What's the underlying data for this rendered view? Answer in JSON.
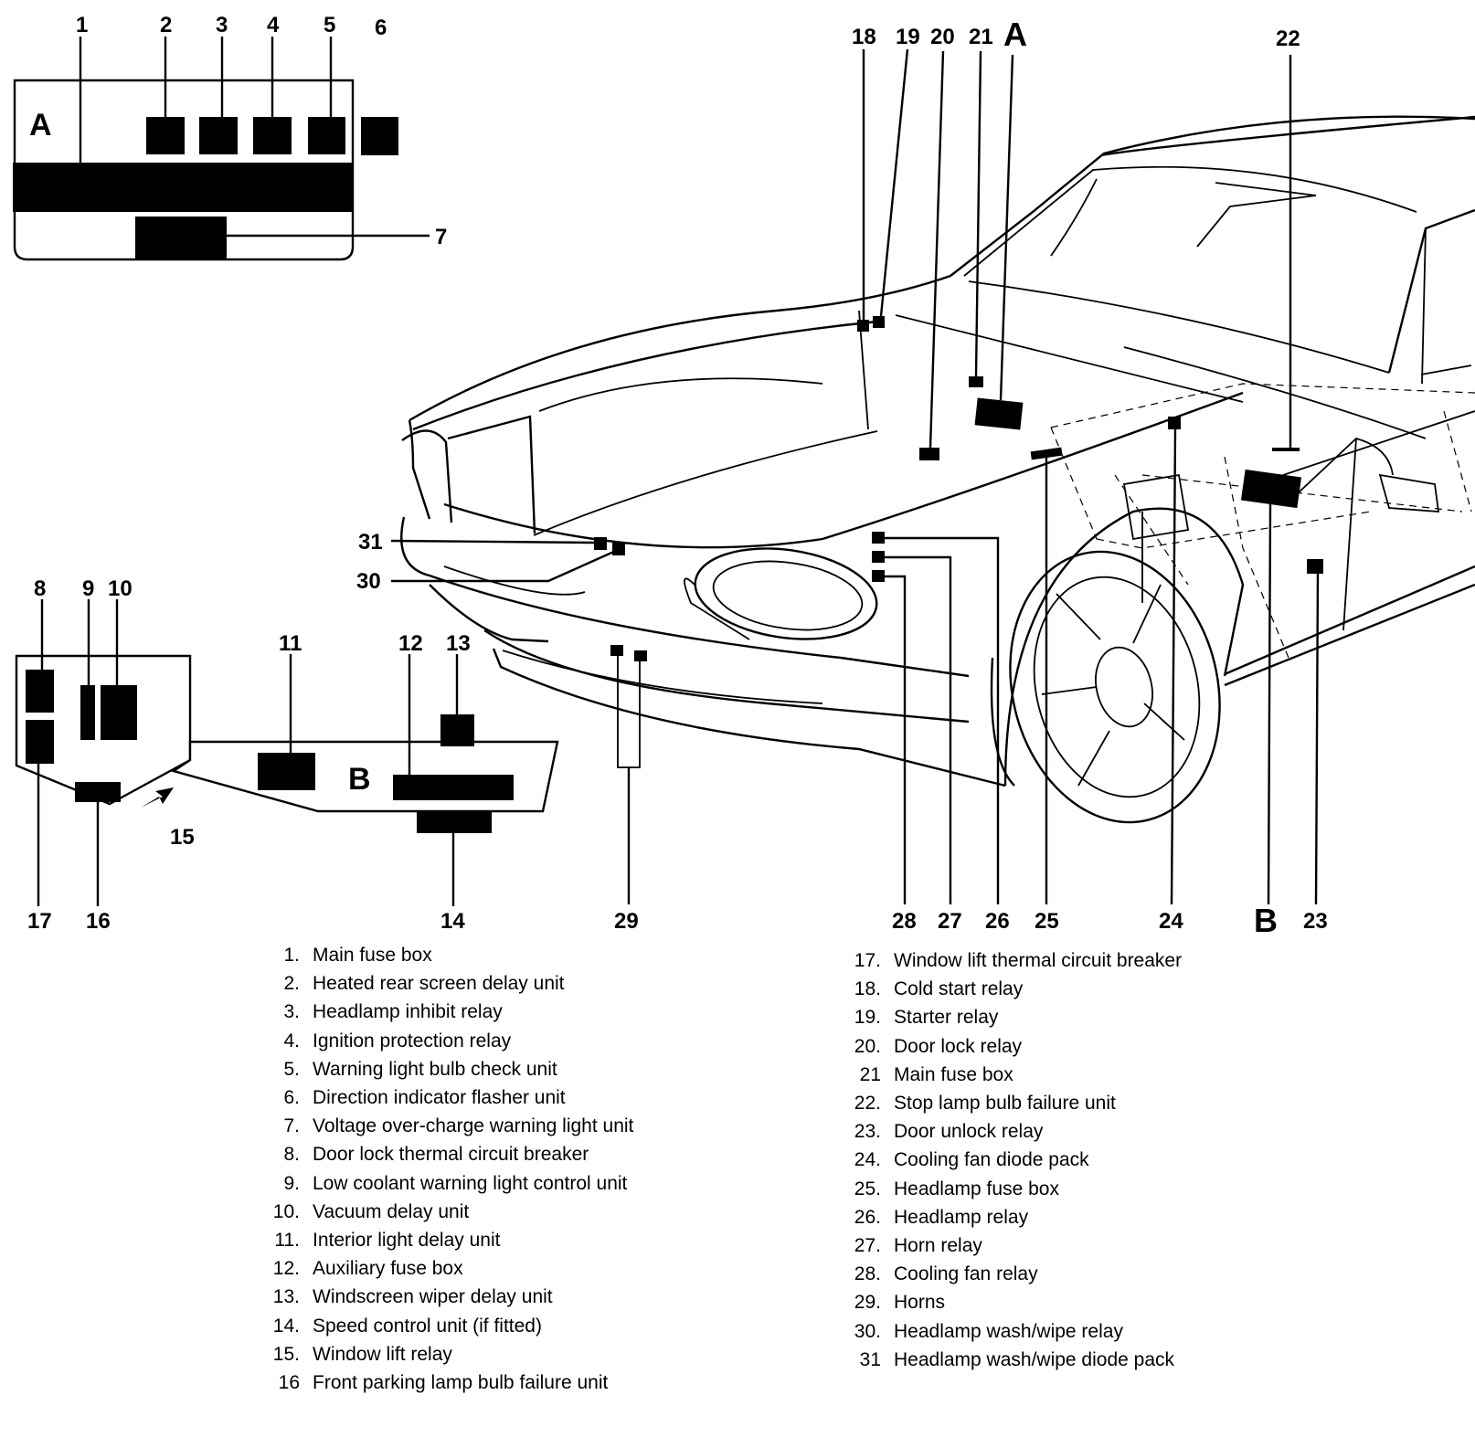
{
  "callouts": {
    "c1": "1",
    "c2": "2",
    "c3": "3",
    "c4": "4",
    "c5": "5",
    "c6": "6",
    "c7": "7",
    "c8": "8",
    "c9": "9",
    "c10": "10",
    "c11": "11",
    "c12": "12",
    "c13": "13",
    "c14": "14",
    "c15": "15",
    "c16": "16",
    "c17": "17",
    "c18": "18",
    "c19": "19",
    "c20": "20",
    "c21": "21",
    "c22": "22",
    "c23": "23",
    "c24": "24",
    "c25": "25",
    "c26": "26",
    "c27": "27",
    "c28": "28",
    "c29": "29",
    "c30": "30",
    "c31": "31"
  },
  "panel_letters": {
    "panel_a": "A",
    "panel_b": "B",
    "car_a": "A",
    "car_b": "B"
  },
  "legend_left": [
    {
      "num": "1.",
      "label": "Main fuse box"
    },
    {
      "num": "2.",
      "label": "Heated rear screen delay unit"
    },
    {
      "num": "3.",
      "label": "Headlamp inhibit relay"
    },
    {
      "num": "4.",
      "label": "Ignition protection relay"
    },
    {
      "num": "5.",
      "label": "Warning light bulb check unit"
    },
    {
      "num": "6.",
      "label": "Direction indicator flasher unit"
    },
    {
      "num": "7.",
      "label": "Voltage over-charge warning light unit"
    },
    {
      "num": "8.",
      "label": "Door lock thermal circuit breaker"
    },
    {
      "num": "9.",
      "label": "Low coolant warning light control unit"
    },
    {
      "num": "10.",
      "label": "Vacuum delay unit"
    },
    {
      "num": "11.",
      "label": "Interior light delay unit"
    },
    {
      "num": "12.",
      "label": "Auxiliary fuse box"
    },
    {
      "num": "13.",
      "label": "Windscreen wiper delay unit"
    },
    {
      "num": "14.",
      "label": "Speed control unit (if fitted)"
    },
    {
      "num": "15.",
      "label": "Window lift relay"
    },
    {
      "num": "16",
      "label": "Front parking lamp bulb failure unit"
    }
  ],
  "legend_right": [
    {
      "num": "17.",
      "label": "Window lift thermal circuit breaker"
    },
    {
      "num": "18.",
      "label": "Cold start relay"
    },
    {
      "num": "19.",
      "label": "Starter relay"
    },
    {
      "num": "20.",
      "label": "Door lock relay"
    },
    {
      "num": "21",
      "label": "Main fuse box"
    },
    {
      "num": "22.",
      "label": "Stop lamp bulb failure unit"
    },
    {
      "num": "23.",
      "label": "Door unlock relay"
    },
    {
      "num": "24.",
      "label": "Cooling fan diode pack"
    },
    {
      "num": "25.",
      "label": "Headlamp fuse box"
    },
    {
      "num": "26.",
      "label": "Headlamp relay"
    },
    {
      "num": "27.",
      "label": "Horn relay"
    },
    {
      "num": "28.",
      "label": "Cooling fan relay"
    },
    {
      "num": "29.",
      "label": "Horns"
    },
    {
      "num": "30.",
      "label": "Headlamp wash/wipe relay"
    },
    {
      "num": "31",
      "label": "Headlamp wash/wipe diode pack"
    }
  ]
}
